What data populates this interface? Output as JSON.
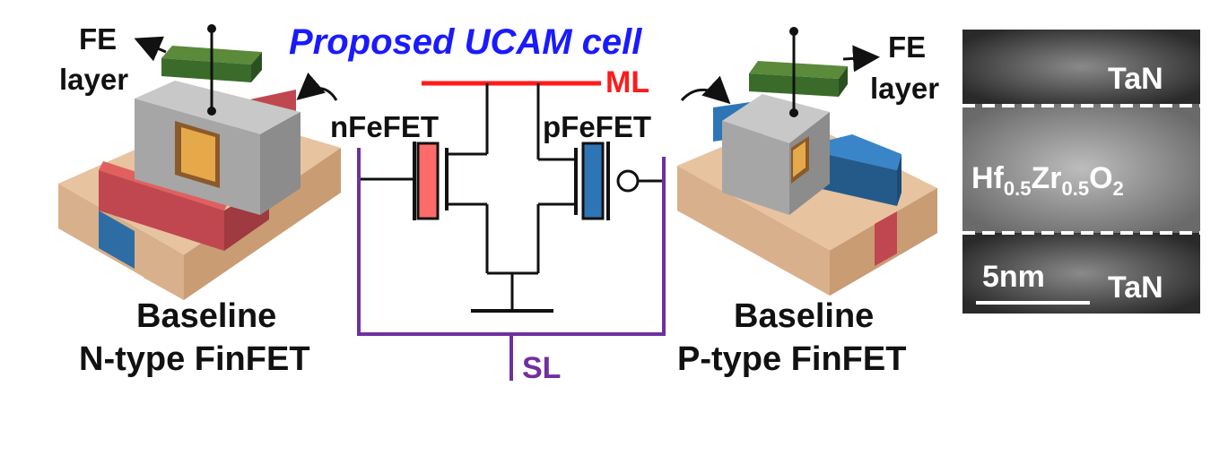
{
  "title": "Proposed UCAM cell",
  "labels": {
    "ml": "ML",
    "sl": "SL",
    "nfefet": "nFeFET",
    "pfefet": "pFeFET",
    "fe_left_line1": "FE",
    "fe_left_line2": "layer",
    "fe_right_line1": "FE",
    "fe_right_line2": "layer"
  },
  "captions": {
    "left_line1": "Baseline",
    "left_line2": "N-type FinFET",
    "right_line1": "Baseline",
    "right_line2": "P-type FinFET"
  },
  "tem": {
    "top_layer": "TaN",
    "middle_hf": "Hf",
    "middle_hf_sub": "0.5",
    "middle_zr": "Zr",
    "middle_zr_sub": "0.5",
    "middle_o": "O",
    "middle_o_sub": "2",
    "bottom_layer": "TaN",
    "scale_bar": "5nm"
  },
  "colors": {
    "title": "#1a1aff",
    "ml_line": "#ff1a1a",
    "sl_line": "#7030a0",
    "nfefet_gate": "#ff6b6b",
    "pfefet_gate": "#2e75b6",
    "fe_layer": "#3a6b2a",
    "substrate": "#d9b08c",
    "n_well": "#2e6da4",
    "p_well": "#c0474f",
    "n_source_drain": "#c0474f",
    "p_source_drain": "#2e75b6",
    "gate_metal": "#a6a6a6"
  }
}
